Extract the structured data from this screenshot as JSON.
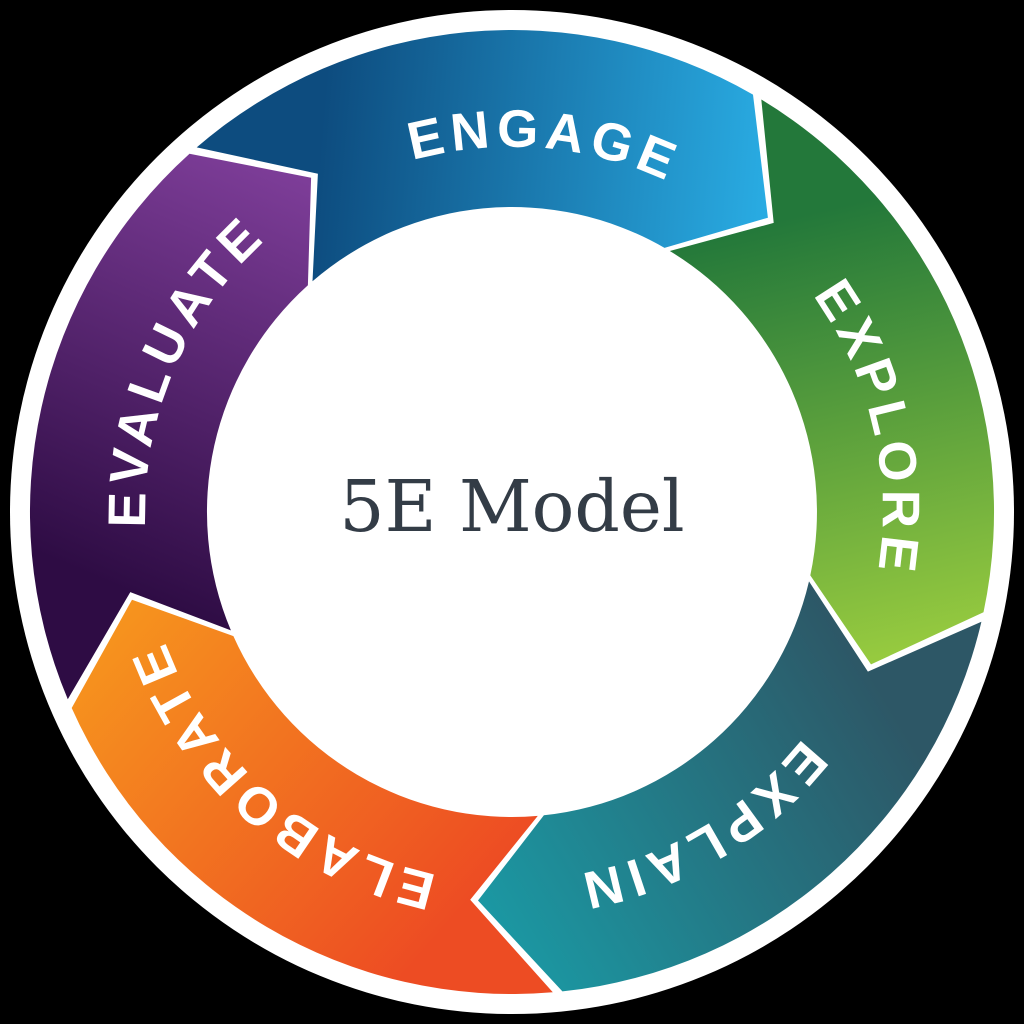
{
  "diagram": {
    "type": "circular-cycle",
    "title": "5E Model",
    "flow_direction": "clockwise",
    "arrow_style": "chevron",
    "background_color": "#000000",
    "ring_color": "#ffffff",
    "label_text_color": "#ffffff",
    "center": {
      "label": "5E Model",
      "text_color": "#333c46",
      "fill": "#ffffff"
    },
    "segments": [
      {
        "label": "ENGAGE",
        "position": "top",
        "gradient_start": "#0d4c7f",
        "gradient_end": "#29abe2"
      },
      {
        "label": "EXPLORE",
        "position": "right",
        "gradient_start": "#23783a",
        "gradient_end": "#96ca3f"
      },
      {
        "label": "EXPLAIN",
        "position": "bottom-right",
        "gradient_start": "#2d5766",
        "gradient_end": "#1b97a2"
      },
      {
        "label": "ELABORATE",
        "position": "bottom-left",
        "gradient_start": "#ed4c23",
        "gradient_end": "#f6931e"
      },
      {
        "label": "EVALUATE",
        "position": "left",
        "gradient_start": "#2e0c44",
        "gradient_end": "#7d3d98"
      }
    ]
  }
}
